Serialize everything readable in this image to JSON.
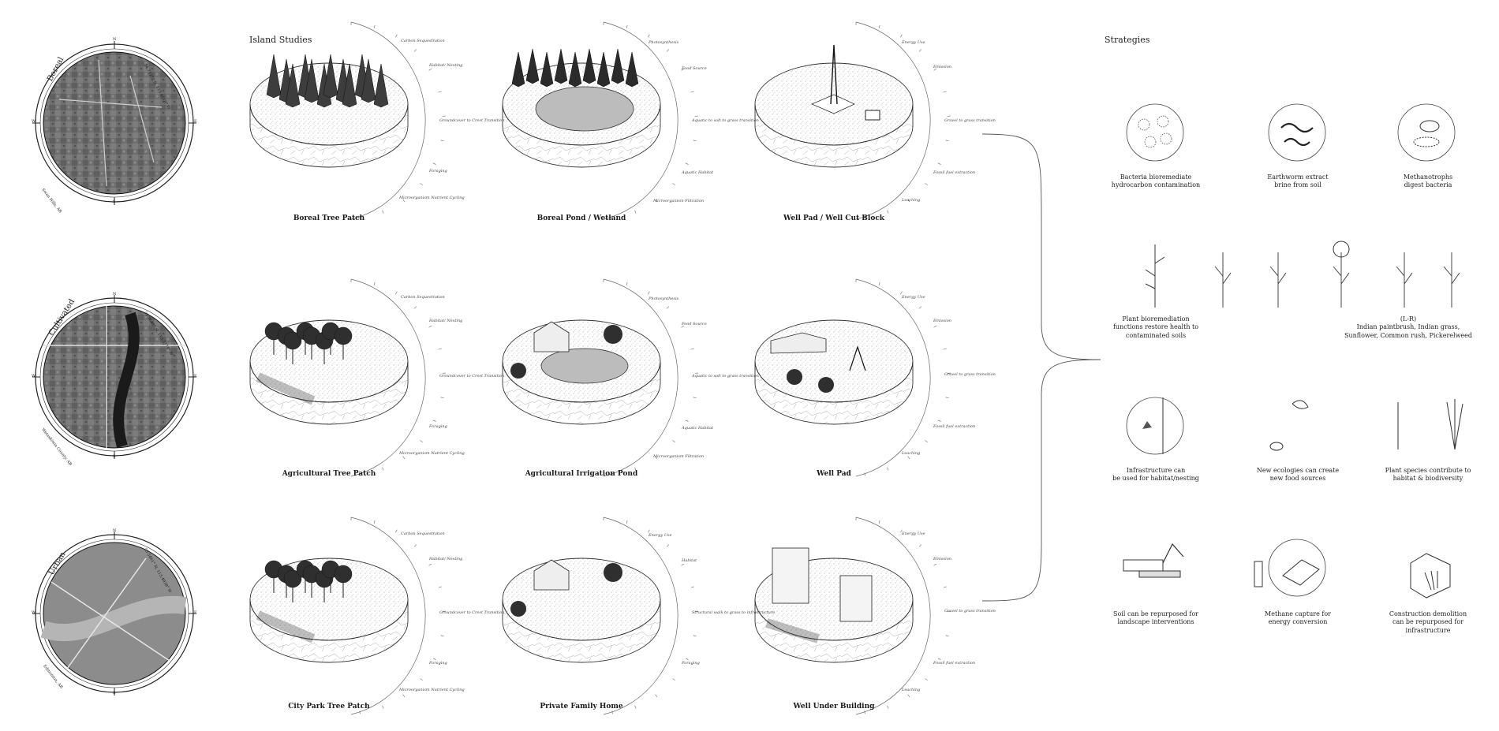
{
  "headings": {
    "island_studies": "Island Studies",
    "strategies": "Strategies"
  },
  "maps": [
    {
      "label": "Boreal",
      "location": "Swan Hills, AB",
      "coords": "54.7125° N, 115.4018° W"
    },
    {
      "label": "Cultivated",
      "location": "Wetaskiwin County, AB",
      "coords": "52.9688° N, 113.3774° W"
    },
    {
      "label": "Urban",
      "location": "Edmonton, AB",
      "coords": "53.5461° N, 113.4938° W"
    }
  ],
  "compass": {
    "n": "N",
    "s": "S",
    "e": "E",
    "w": "W"
  },
  "islands": [
    {
      "title": "Boreal Tree Patch",
      "ticks": [
        "Carbon Sequestration",
        "Habitat/ Nesting",
        "Groundcover to Crest Transition",
        "Foraging",
        "Microorganism Nutrient Cycling"
      ]
    },
    {
      "title": "Boreal Pond / Wetland",
      "ticks": [
        "Photosynthesis",
        "Food Source",
        "Aquatic to salt to grass transition",
        "Aquatic Habitat",
        "Microorganism Filtration"
      ]
    },
    {
      "title": "Well Pad / Well Cut Block",
      "ticks": [
        "Energy Use",
        "Emission",
        "Gravel to grass transition",
        "Fossil fuel extraction",
        "Leaching"
      ]
    },
    {
      "title": "Agricultural Tree Patch",
      "ticks": [
        "Carbon Sequestration",
        "Habitat/ Nesting",
        "Groundcover to Crest Transition",
        "Foraging",
        "Microorganism Nutrient Cycling"
      ]
    },
    {
      "title": "Agricultural Irrigation Pond",
      "ticks": [
        "Photosynthesis",
        "Food Source",
        "Aquatic to salt to grass transition",
        "Aquatic Habitat",
        "Microorganism Filtration"
      ]
    },
    {
      "title": "Well Pad",
      "ticks": [
        "Energy Use",
        "Emission",
        "Gravel to grass transition",
        "Fossil fuel extraction",
        "Leaching"
      ]
    },
    {
      "title": "City Park Tree Patch",
      "ticks": [
        "Carbon Sequestration",
        "Habitat/ Nesting",
        "Groundcover to Crest Transition",
        "Foraging",
        "Microorganism Nutrient Cycling"
      ]
    },
    {
      "title": "Private Family Home",
      "ticks": [
        "Energy Use",
        "Habitat",
        "Structural walk to grass to infrastructure",
        "Foraging"
      ]
    },
    {
      "title": "Well Under Building",
      "ticks": [
        "Energy Use",
        "Emission",
        "Gravel to grass transition",
        "Fossil fuel extraction",
        "Leaching"
      ]
    }
  ],
  "strategies": [
    {
      "caption": "Bacteria bioremediate\nhydrocarbon contamination",
      "icon": "bacteria-icon"
    },
    {
      "caption": "Earthworm extract\nbrine from soil",
      "icon": "earthworm-icon"
    },
    {
      "caption": "Methanotrophs\ndigest bacteria",
      "icon": "methanotroph-icon"
    },
    {
      "caption": "Plant bioremediation\nfunctions restore health to\ncontaminated soils",
      "icon": "plant-icon"
    },
    {
      "caption": "(L-R)\nIndian paintbrush, Indian grass,\nSunflower, Common rush, Pickerelweed",
      "icon": "plants-row-icon"
    },
    {
      "caption": "Infrastructure can\nbe used for habitat/nesting",
      "icon": "bird-nest-icon"
    },
    {
      "caption": "New ecologies can create\nnew food sources",
      "icon": "bird-rabbit-icon"
    },
    {
      "caption": "Plant species contribute to\nhabitat & biodiversity",
      "icon": "plant-habitat-icon"
    },
    {
      "caption": "Soil can be repurposed for\nlandscape interventions",
      "icon": "excavator-icon"
    },
    {
      "caption": "Methane capture for\nenergy conversion",
      "icon": "methane-capture-icon"
    },
    {
      "caption": "Construction demolition\ncan be repurposed for\ninfrastructure",
      "icon": "demolition-icon"
    }
  ]
}
